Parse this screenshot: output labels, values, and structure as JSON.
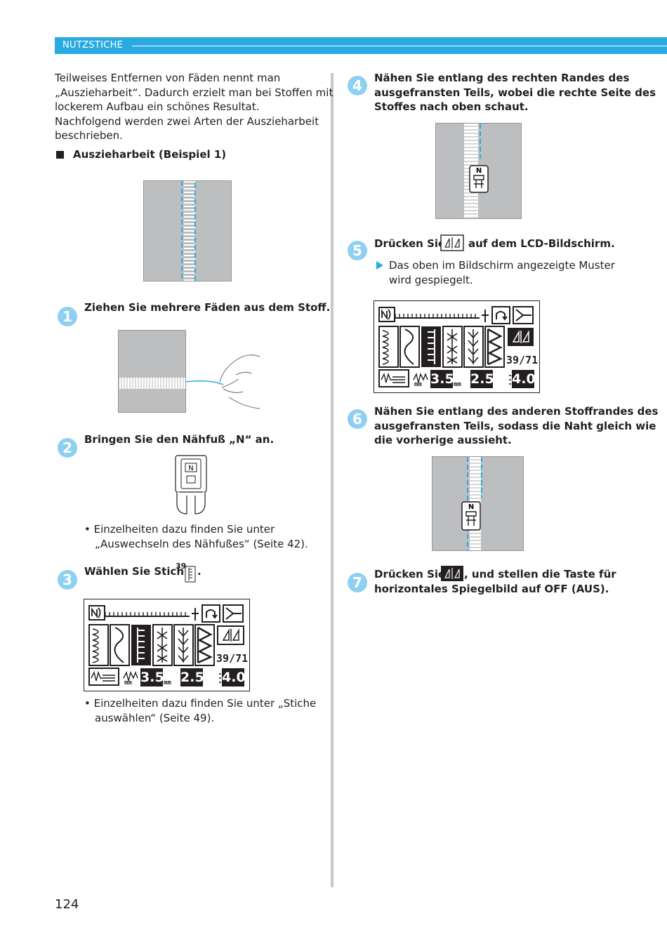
{
  "header": {
    "section": "NUTZSTICHE"
  },
  "intro": {
    "lines": [
      "Teilweises Entfernen von Fäden nennt man",
      "„Auszieharbeit“. Dadurch erzielt man bei Stoffen mit",
      "lockerem Aufbau ein schönes Resultat.",
      "Nachfolgend werden zwei Arten der Auszieharbeit",
      "beschrieben."
    ],
    "subheading": "Auszieharbeit (Beispiel 1)"
  },
  "steps": {
    "s1": {
      "num": "1",
      "text": "Ziehen Sie mehrere Fäden aus dem Stoff."
    },
    "s2": {
      "num": "2",
      "text": "Bringen Sie den Nähfuß „N“ an.",
      "foot_label": "N",
      "bullet": [
        "Einzelheiten dazu finden Sie unter",
        "„Auswechseln des Nähfußes“ (Seite 42)."
      ]
    },
    "s3": {
      "num": "3",
      "text": "Wählen Sie Stich",
      "stitch_num": "39",
      "text_end": ".",
      "bullet": [
        "Einzelheiten dazu finden Sie unter „Stiche",
        "auswählen“ (Seite 49)."
      ]
    },
    "s4": {
      "num": "4",
      "lines": [
        "Nähen Sie entlang des rechten Randes des",
        "ausgefransten Teils, wobei die rechte Seite des",
        "Stoffes nach oben schaut."
      ],
      "foot_label": "N"
    },
    "s5": {
      "num": "5",
      "text_a": "Drücken Sie",
      "text_b": "auf dem LCD-Bildschirm.",
      "result": [
        "Das oben im Bildschirm angezeigte Muster",
        "wird gespiegelt."
      ]
    },
    "s6": {
      "num": "6",
      "lines": [
        "Nähen Sie entlang des anderen Stoffrandes des",
        "ausgefransten Teils, sodass die Naht gleich wie",
        "die vorherige aussieht."
      ],
      "foot_label": "N"
    },
    "s7": {
      "num": "7",
      "text_a": ", und stellen die Taste für",
      "text_a_prefix": "Drücken Sie",
      "line2": "horizontales Spiegelbild auf OFF (AUS)."
    }
  },
  "lcd": {
    "counter": "39/71",
    "width": "3.5",
    "length": "2.5",
    "tension": "4.0",
    "unit": "mm",
    "n_label": "N"
  },
  "page_number": "124",
  "colors": {
    "accent": "#29abe2",
    "step_circle": "#8ed0f1",
    "fabric": "#bcbec0"
  }
}
